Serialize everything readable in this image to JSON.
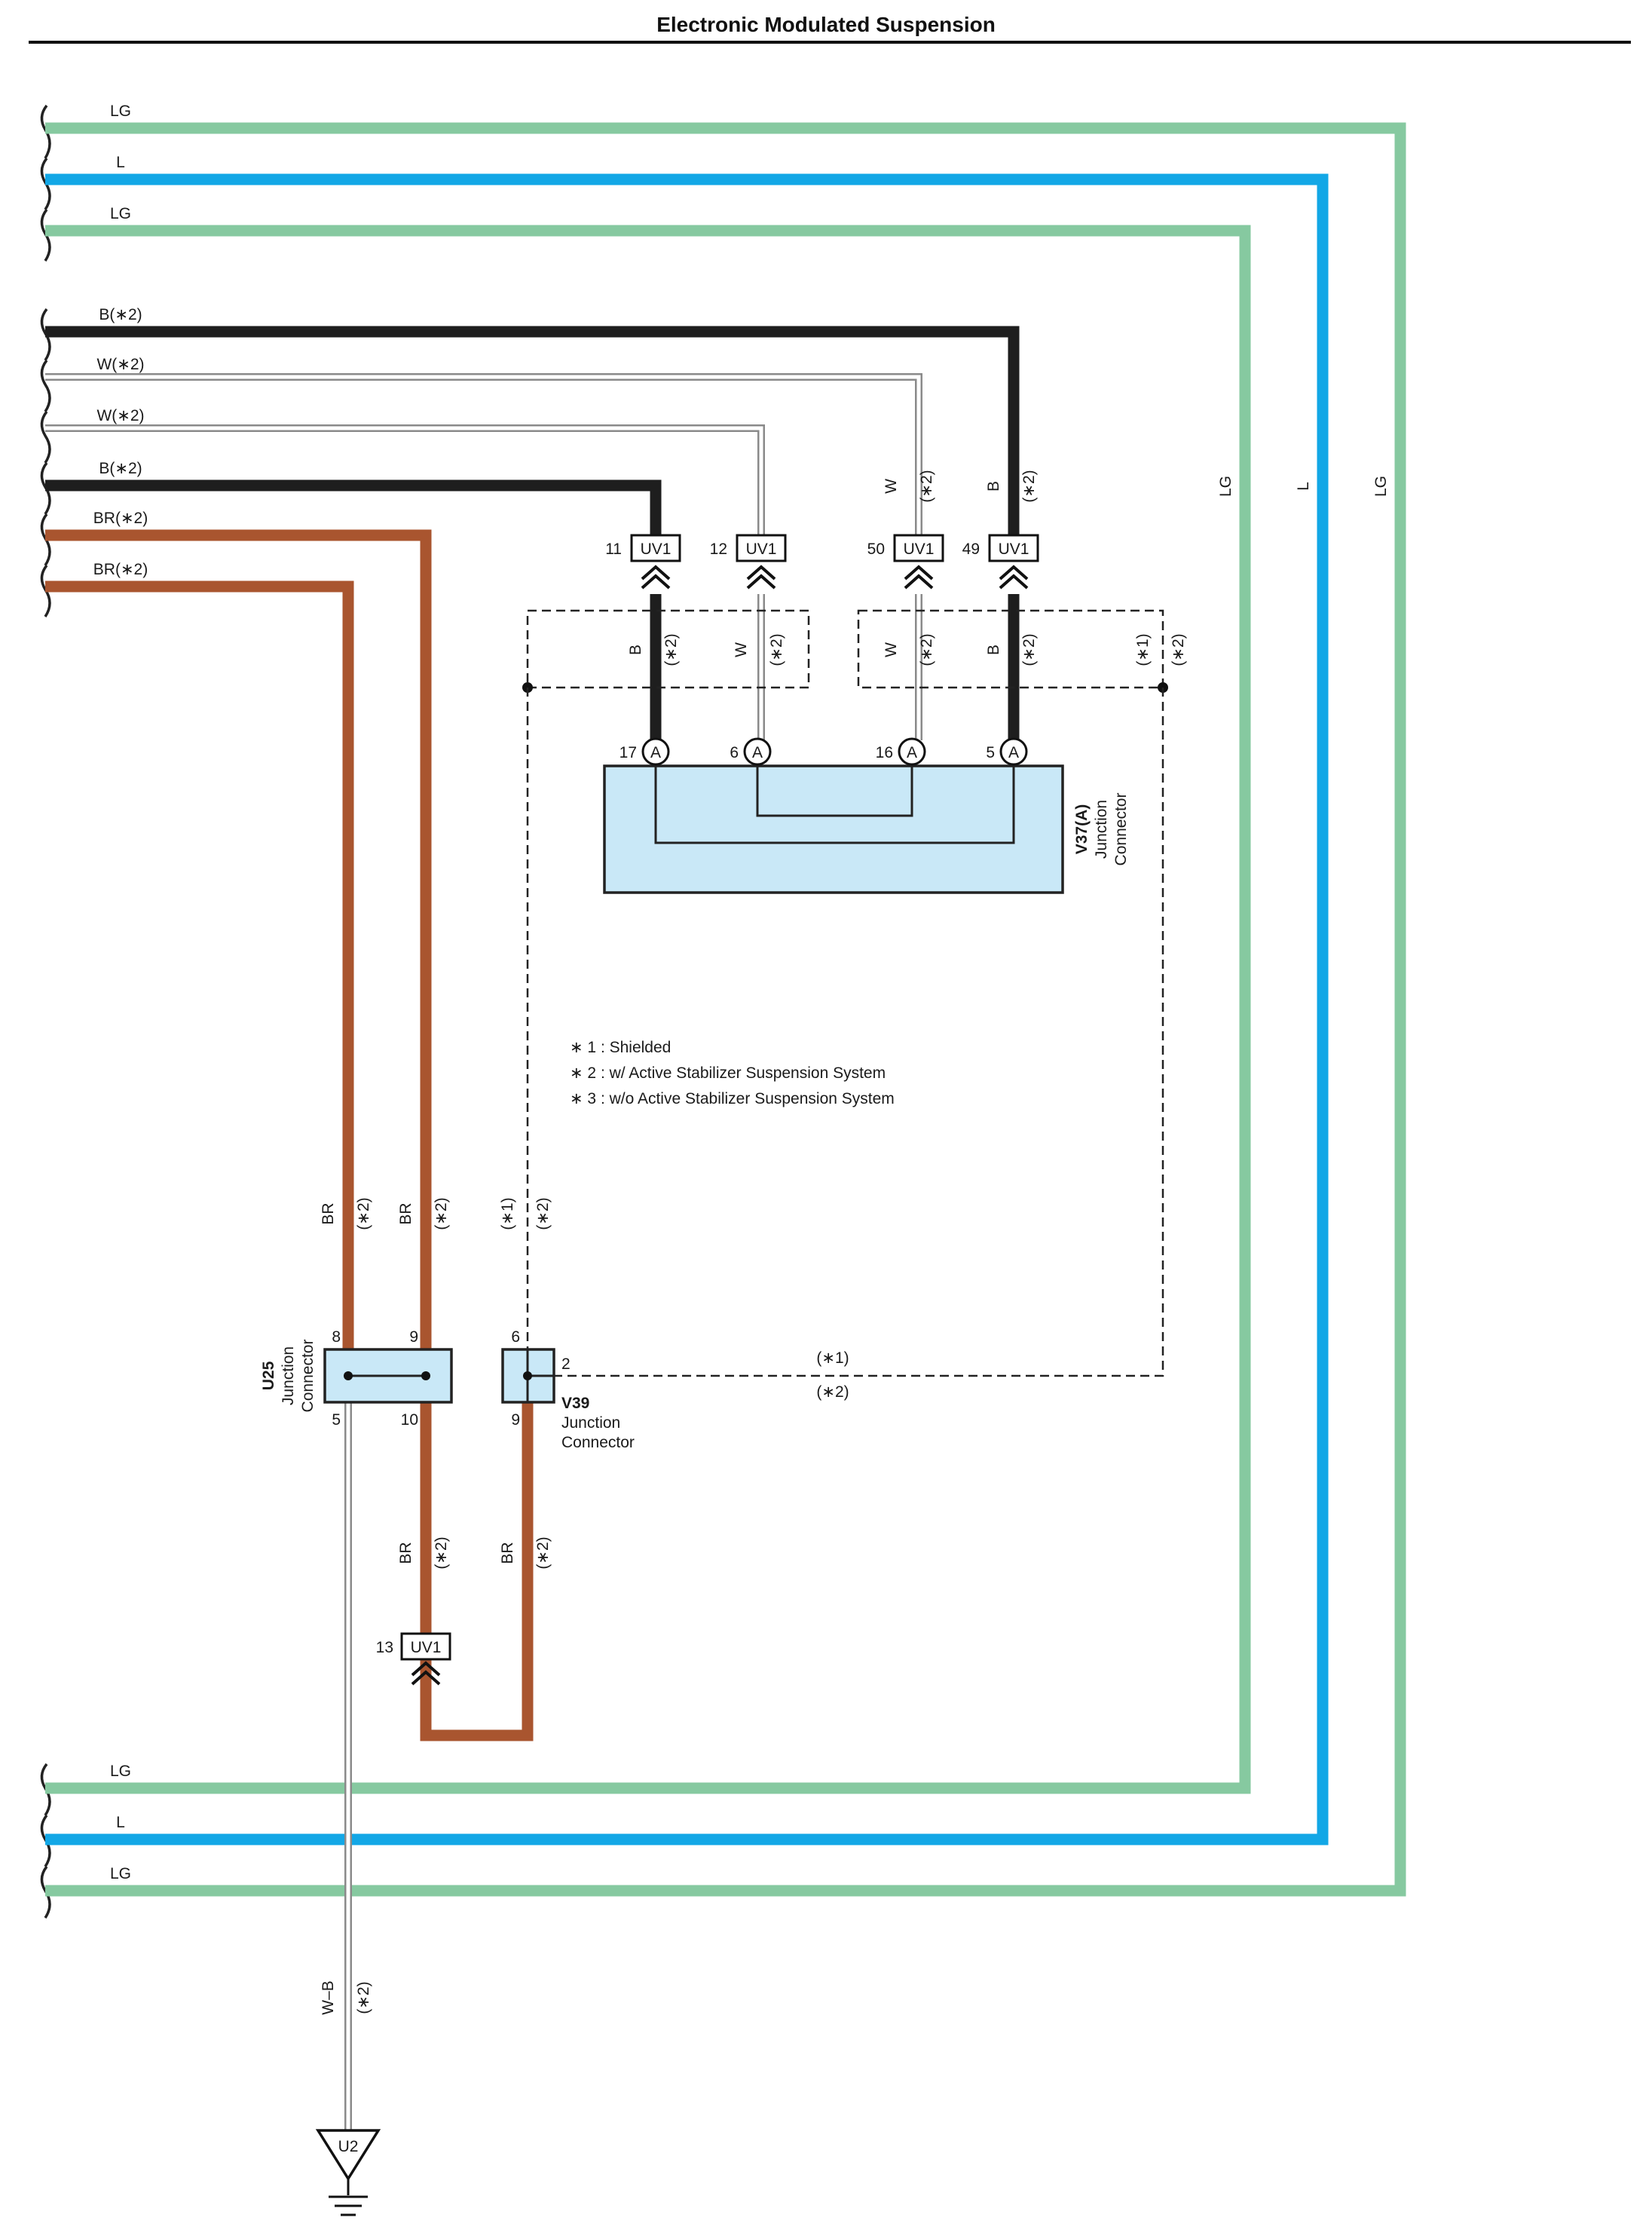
{
  "title": "Electronic Modulated Suspension",
  "colors": {
    "LG": "#86c9a0",
    "L": "#12a7e6",
    "B": "#1e1e1e",
    "BR": "#a9552f",
    "W": "#9a9a9a",
    "junction_fill": "#c9e8f7"
  },
  "wire_labels": {
    "lg_top_1": "LG",
    "l_top": "L",
    "lg_top_2": "LG",
    "b_1": "B(∗2)",
    "w_1": "W(∗2)",
    "w_2": "W(∗2)",
    "b_2": "B(∗2)",
    "br_1": "BR(∗2)",
    "br_2": "BR(∗2)",
    "lg_bottom_1": "LG",
    "l_bottom": "L",
    "lg_bottom_2": "LG",
    "lg_right_inner": "LG",
    "l_right": "L",
    "lg_right_outer": "LG"
  },
  "uv1_connectors": [
    {
      "pin": "11",
      "name": "UV1",
      "wire": "B",
      "note": "(∗2)"
    },
    {
      "pin": "12",
      "name": "UV1",
      "wire": "W",
      "note": "(∗2)"
    },
    {
      "pin": "50",
      "name": "UV1",
      "wire": "W",
      "note": "(∗2)"
    },
    {
      "pin": "49",
      "name": "UV1",
      "wire": "B",
      "note": "(∗2)"
    }
  ],
  "shield_labels": {
    "b_lower": "B",
    "b_lower_note": "(∗2)",
    "w_lower": "W",
    "w_lower_note": "(∗2)",
    "w_lower_2": "W",
    "w_lower_2_note": "(∗2)",
    "b_lower_2": "B",
    "b_lower_2_note": "(∗2)",
    "shield_note_1": "(∗1)",
    "shield_note_2": "(∗2)"
  },
  "v37": {
    "code": "V37(A)",
    "name_line1": "Junction",
    "name_line2": "Connector",
    "pins": [
      {
        "pin": "17",
        "letter": "A"
      },
      {
        "pin": "6",
        "letter": "A"
      },
      {
        "pin": "16",
        "letter": "A"
      },
      {
        "pin": "5",
        "letter": "A"
      }
    ]
  },
  "notes": [
    "∗ 1 : Shielded",
    "∗ 2 : w/ Active Stabilizer Suspension System",
    "∗ 3 : w/o Active Stabilizer Suspension System"
  ],
  "mid_labels": {
    "br_a": "BR",
    "br_a_note": "(∗2)",
    "br_b": "BR",
    "br_b_note": "(∗2)",
    "sh_note1": "(∗1)",
    "sh_note2": "(∗2)"
  },
  "u25": {
    "code": "U25",
    "name_line1": "Junction",
    "name_line2": "Connector",
    "pin_tl": "8",
    "pin_tr": "9",
    "pin_bl": "5",
    "pin_br": "10"
  },
  "v39": {
    "code": "V39",
    "name_line1": "Junction",
    "name_line2": "Connector",
    "pin_top": "6",
    "pin_right": "2",
    "pin_bottom": "9",
    "right_note1": "(∗1)",
    "right_note2": "(∗2)"
  },
  "lower_labels": {
    "br_c": "BR",
    "br_c_note": "(∗2)",
    "br_d": "BR",
    "br_d_note": "(∗2)",
    "wb": "W–B",
    "wb_note": "(∗2)"
  },
  "uv1_bottom": {
    "pin": "13",
    "name": "UV1"
  },
  "ground": {
    "name": "U2"
  }
}
